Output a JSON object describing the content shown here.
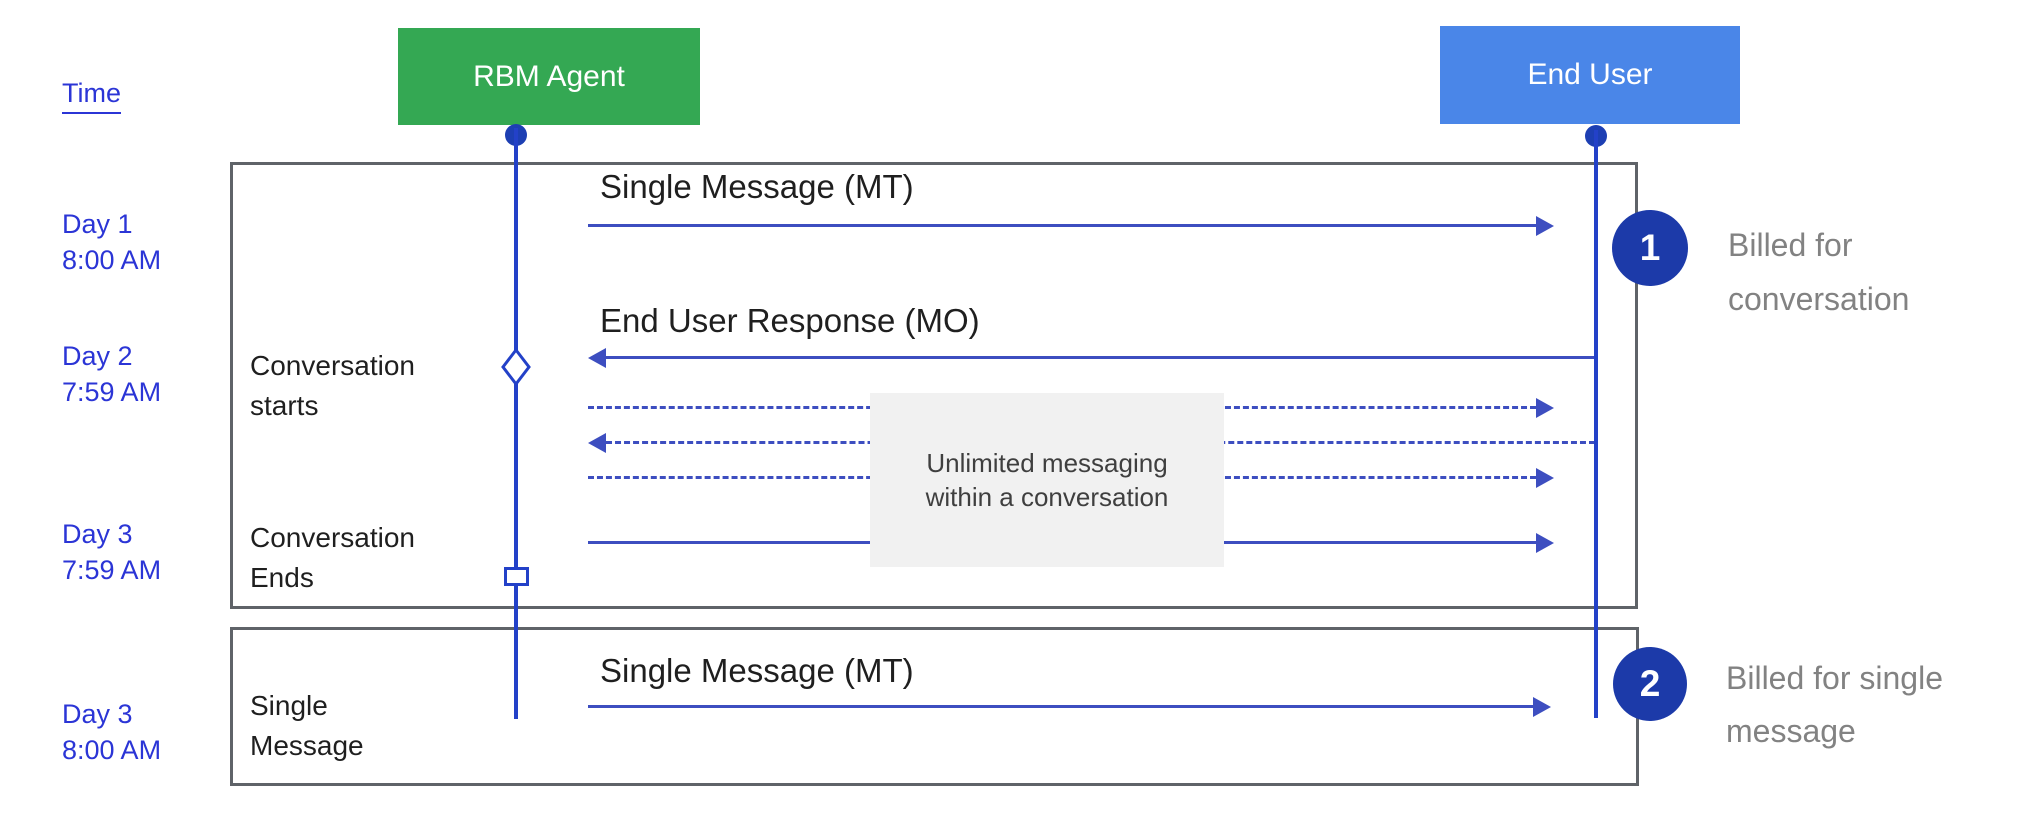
{
  "legend": {
    "time_label": "Time"
  },
  "actors": [
    {
      "label": "RBM Agent",
      "color": "#34A853"
    },
    {
      "label": "End User",
      "color": "#4A86E8"
    }
  ],
  "timeline": [
    {
      "day": "Day 1",
      "time": "8:00 AM"
    },
    {
      "day": "Day 2",
      "time": "7:59 AM"
    },
    {
      "day": "Day 3",
      "time": "7:59 AM"
    },
    {
      "day": "Day 3",
      "time": "8:00 AM"
    }
  ],
  "conversation_flow": {
    "start_line1": "Conversation",
    "start_line2": "starts",
    "end_line1": "Conversation",
    "end_line2": "Ends",
    "messages": [
      {
        "label": "Single Message (MT)",
        "direction": "right",
        "style": "solid"
      },
      {
        "label": "End User Response (MO)",
        "direction": "left",
        "style": "solid"
      },
      {
        "label": "",
        "direction": "right",
        "style": "dashed"
      },
      {
        "label": "",
        "direction": "left",
        "style": "dashed"
      },
      {
        "label": "",
        "direction": "right",
        "style": "dashed"
      },
      {
        "label": "",
        "direction": "right",
        "style": "solid"
      }
    ],
    "note_line1": "Unlimited messaging",
    "note_line2": "within a conversation"
  },
  "single_message_flow": {
    "label_line1": "Single",
    "label_line2": "Message",
    "message_label": "Single Message (MT)"
  },
  "annotations": [
    {
      "number": "1",
      "line1": "Billed for",
      "line2": "conversation"
    },
    {
      "number": "2",
      "line1": "Billed for single",
      "line2": "message"
    }
  ],
  "colors": {
    "agent_green": "#34A853",
    "user_blue": "#4A86E8",
    "lifeline_blue": "#2341C8",
    "arrow_blue": "#3D4EC0",
    "badge_navy": "#1C3AA9",
    "time_text_blue": "#2B35D6",
    "frame_border_gray": "#5F6368",
    "note_bg_gray": "#F1F1F1",
    "side_text_gray": "#828282"
  }
}
